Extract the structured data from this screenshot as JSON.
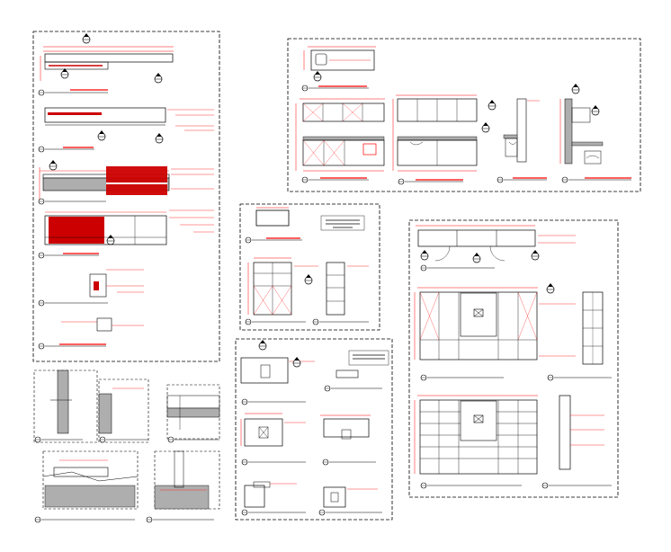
{
  "colors": {
    "background": "#ffffff",
    "line": "#000000",
    "dimension": "#ff0000",
    "hatch": "#cc0000",
    "frame": "#000000"
  },
  "sheet": {
    "panels": [
      "reception-details",
      "kitchen-elevations",
      "middle-top-plans",
      "meeting-room-elevations",
      "middle-bottom-plans",
      "construction-details"
    ]
  },
  "icons": [
    "section-marker-icon",
    "north-arrow-icon",
    "level-marker-icon"
  ]
}
